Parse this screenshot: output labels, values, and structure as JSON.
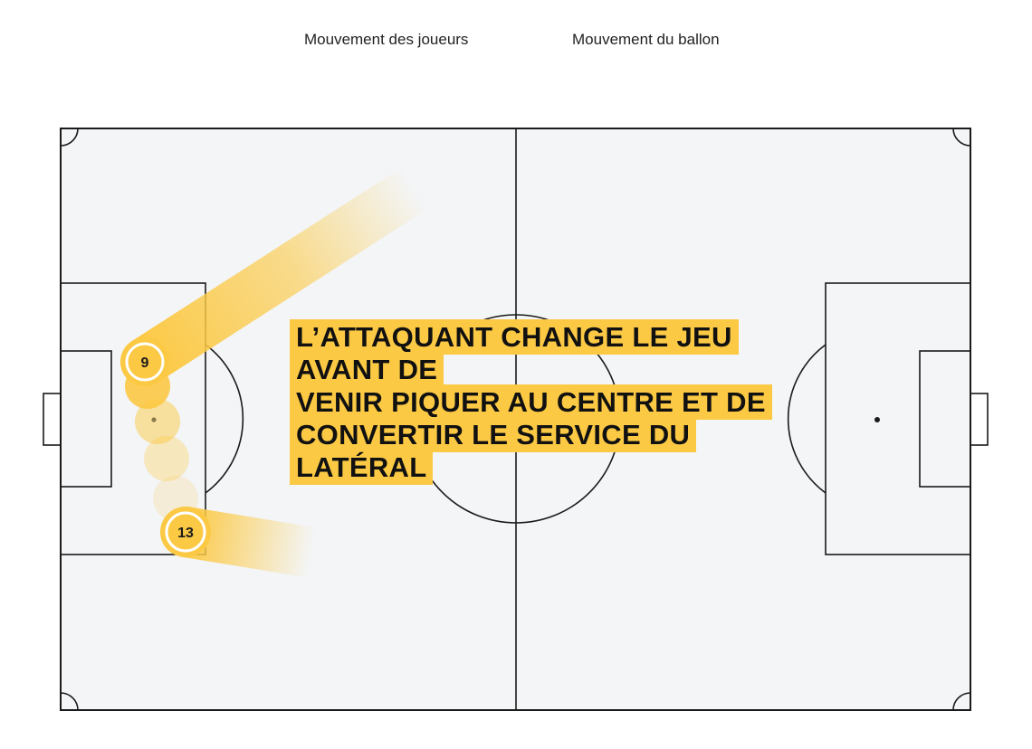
{
  "legend": {
    "players_label": "Mouvement des joueurs",
    "ball_label": "Mouvement du ballon"
  },
  "caption": {
    "line1": "L’ATTAQUANT CHANGE LE JEU AVANT DE",
    "line2": "VENIR PIQUER AU CENTRE ET DE",
    "line3": "CONVERTIR LE SERVICE DU LATÉRAL"
  },
  "players": [
    {
      "number": "9"
    },
    {
      "number": "13"
    }
  ],
  "colors": {
    "accent": "#fcc944",
    "pitch": "#f3f5f7",
    "lines": "#1a1a1a"
  }
}
